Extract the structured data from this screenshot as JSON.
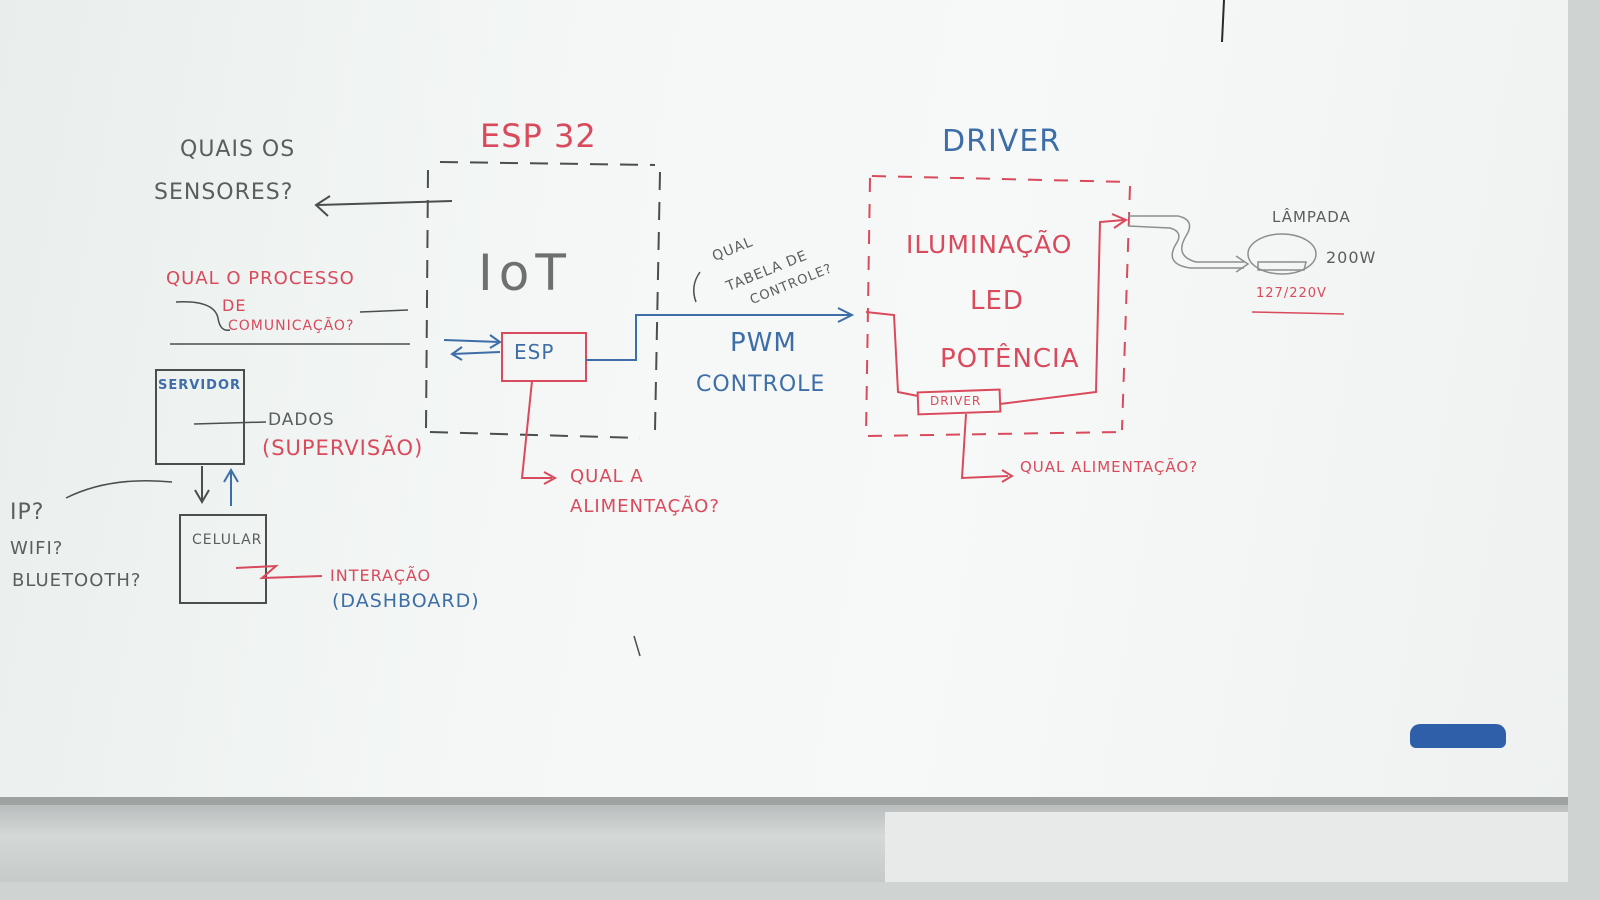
{
  "colors": {
    "black_marker": "#5a5e5e",
    "red_marker": "#d94a5c",
    "blue_marker": "#3e6ea8",
    "eraser": "#2f5fa8"
  },
  "diagram": {
    "left": {
      "question_sensors_1": "QUAIS OS",
      "question_sensors_2": "SENSORES?",
      "comm_process_1": "QUAL O PROCESSO",
      "comm_process_2": "DE",
      "comm_process_3": "COMUNICAÇÃO?",
      "server_label": "SERVIDOR",
      "data_label": "DADOS",
      "supervision_label": "(SUPERVISÃO)",
      "phone_label": "CELULAR",
      "interaction_label": "INTERAÇÃO",
      "dashboard_label": "(DASHBOARD)",
      "ip_label": "IP?",
      "wifi_label": "WIFI?",
      "bluetooth_label": "BLUETOOTH?"
    },
    "esp_block": {
      "title": "ESP 32",
      "iot_label": "IoT",
      "esp_label": "ESP",
      "power_question_1": "QUAL A",
      "power_question_2": "ALIMENTAÇÃO?"
    },
    "link": {
      "table_question_1": "QUAL",
      "table_question_2": "TABELA DE",
      "table_question_3": "CONTROLE?",
      "pwm_label": "PWM",
      "control_label": "CONTROLE"
    },
    "driver_block": {
      "title": "DRIVER",
      "line1": "ILUMINAÇÃO",
      "line2": "LED",
      "line3": "POTÊNCIA",
      "driver_label": "DRIVER",
      "power_question": "QUAL ALIMENTAÇÃO?"
    },
    "lamp": {
      "title": "LÂMPADA",
      "power": "200W",
      "voltage": "127/220V"
    }
  }
}
